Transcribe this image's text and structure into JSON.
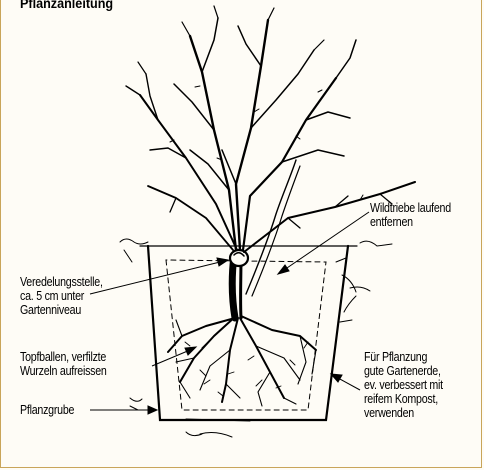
{
  "title": "Pflanzanleitung",
  "labels": {
    "wildtriebe": "Wildtriebe laufend\nentfernen",
    "veredelung": "Veredelungsstelle,\nca. 5 cm unter\nGartenniveau",
    "topfballen": "Topfballen, verfilzte\nWurzeln aufreissen",
    "pflanzgrube": "Pflanzgrube",
    "gartenerde": "Für Pflanzung\ngute Gartenerde,\nev. verbessert mit\nreifem Kompost,\nverwenden"
  },
  "colors": {
    "background": "#fefcf6",
    "frame": "#c9a55a",
    "ink": "#000000"
  }
}
